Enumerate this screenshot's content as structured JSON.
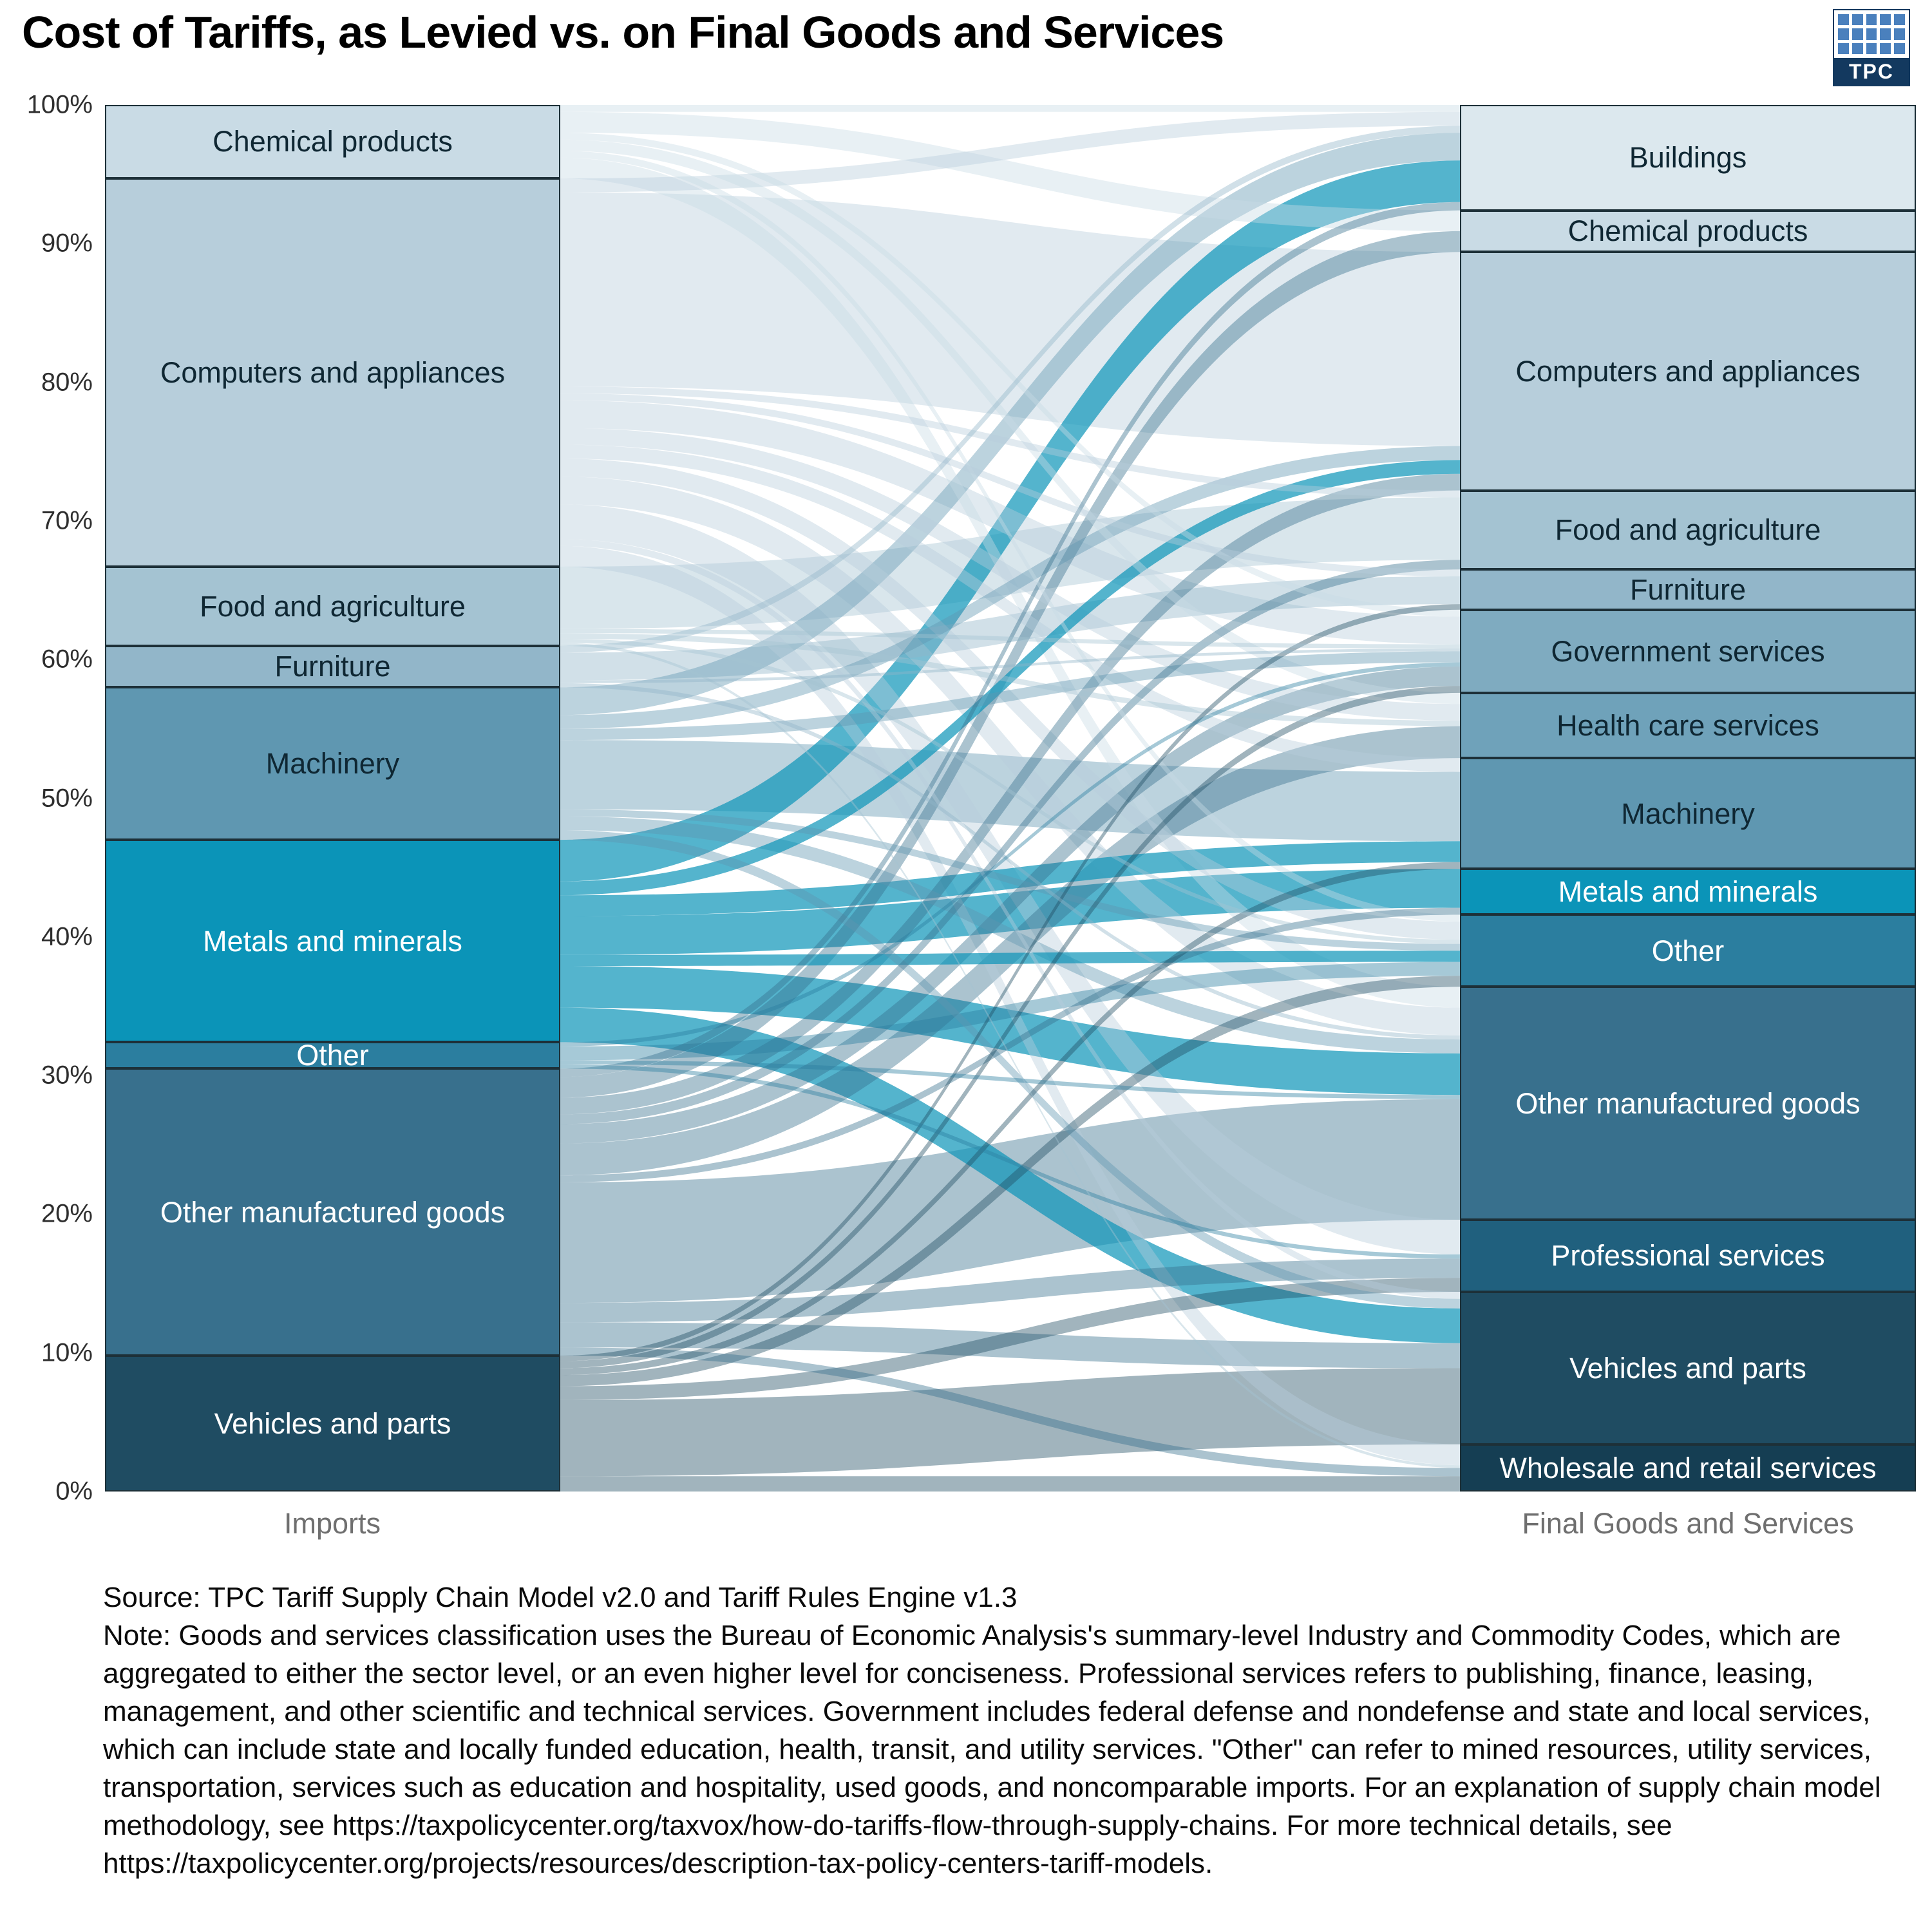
{
  "title": "Cost of Tariffs, as Levied vs. on Final Goods and Services",
  "logo": {
    "text": "TPC"
  },
  "axis": {
    "y_ticks": [
      "100%",
      "90%",
      "80%",
      "70%",
      "60%",
      "50%",
      "40%",
      "30%",
      "20%",
      "10%",
      "0%"
    ],
    "left_label": "Imports",
    "right_label": "Final Goods and Services"
  },
  "footer": {
    "source": "Source: TPC Tariff Supply Chain Model v2.0 and Tariff Rules Engine v1.3",
    "note": "Note: Goods and services classification uses the Bureau of Economic Analysis's summary-level Industry and Commodity Codes, which are aggregated to either the sector level, or an even higher level for conciseness. Professional services refers to publishing, finance, leasing, management, and other scientific and technical services. Government includes federal defense and nondefense and state and local services, which can include state and locally funded education, health, transit, and utility services. \"Other\" can refer to mined resources, utility services, transportation, services such as education and hospitality, used goods, and noncomparable imports. For an explanation of supply chain model methodology, see https://taxpolicycenter.org/taxvox/how-do-tariffs-flow-through-supply-chains. For more technical details, see https://taxpolicycenter.org/projects/resources/description-tax-policy-centers-tariff-models."
  },
  "chart_data": {
    "type": "sankey",
    "title": "Cost of Tariffs, as Levied vs. on Final Goods and Services",
    "y_axis": {
      "min": 0,
      "max": 100,
      "unit": "%",
      "gridlines": false
    },
    "columns": [
      "Imports",
      "Final Goods and Services"
    ],
    "left_nodes": [
      {
        "name": "Chemical products",
        "value": 5.3
      },
      {
        "name": "Computers and appliances",
        "value": 28.0
      },
      {
        "name": "Food and agriculture",
        "value": 5.7
      },
      {
        "name": "Furniture",
        "value": 3.0
      },
      {
        "name": "Machinery",
        "value": 11.0
      },
      {
        "name": "Metals and minerals",
        "value": 14.6
      },
      {
        "name": "Other",
        "value": 1.9
      },
      {
        "name": "Other manufactured goods",
        "value": 20.7
      },
      {
        "name": "Vehicles and parts",
        "value": 9.8
      }
    ],
    "right_nodes": [
      {
        "name": "Buildings",
        "value": 7.6
      },
      {
        "name": "Chemical products",
        "value": 3.0
      },
      {
        "name": "Computers and appliances",
        "value": 17.2
      },
      {
        "name": "Food and agriculture",
        "value": 5.7
      },
      {
        "name": "Furniture",
        "value": 2.9
      },
      {
        "name": "Government services",
        "value": 6.0
      },
      {
        "name": "Health care services",
        "value": 4.7
      },
      {
        "name": "Machinery",
        "value": 8.0
      },
      {
        "name": "Metals and minerals",
        "value": 3.3
      },
      {
        "name": "Other",
        "value": 5.2
      },
      {
        "name": "Other manufactured goods",
        "value": 16.8
      },
      {
        "name": "Professional services",
        "value": 5.2
      },
      {
        "name": "Vehicles and parts",
        "value": 11.0
      },
      {
        "name": "Wholesale and retail services",
        "value": 3.4
      }
    ],
    "colors": {
      "Buildings": {
        "fill": "#dce8ee",
        "text": "dark"
      },
      "Chemical products": {
        "fill": "#c9dbe5",
        "text": "dark"
      },
      "Computers and appliances": {
        "fill": "#b7cedb",
        "text": "dark"
      },
      "Food and agriculture": {
        "fill": "#a4c3d2",
        "text": "dark"
      },
      "Furniture": {
        "fill": "#92b6c9",
        "text": "dark"
      },
      "Government services": {
        "fill": "#7fabc0",
        "text": "dark"
      },
      "Health care services": {
        "fill": "#6fa2ba",
        "text": "dark"
      },
      "Machinery": {
        "fill": "#5f97b1",
        "text": "dark"
      },
      "Metals and minerals": {
        "fill": "#0b94b8",
        "text": "light",
        "flow_opacity": 0.7
      },
      "Other": {
        "fill": "#2b7e9f",
        "text": "light"
      },
      "Other manufactured goods": {
        "fill": "#38708d",
        "text": "light"
      },
      "Professional services": {
        "fill": "#20607e",
        "text": "light"
      },
      "Vehicles and parts": {
        "fill": "#1f4c62",
        "text": "light"
      },
      "Wholesale and retail services": {
        "fill": "#153e53",
        "text": "light"
      }
    },
    "flows": [
      {
        "source": "Chemical products",
        "target": "Buildings",
        "value": 0.5
      },
      {
        "source": "Chemical products",
        "target": "Chemical products",
        "value": 1.5
      },
      {
        "source": "Chemical products",
        "target": "Health care services",
        "value": 0.8
      },
      {
        "source": "Chemical products",
        "target": "Other",
        "value": 0.5
      },
      {
        "source": "Chemical products",
        "target": "Government services",
        "value": 0.5
      },
      {
        "source": "Chemical products",
        "target": "Other manufactured goods",
        "value": 1.5
      },
      {
        "source": "Computers and appliances",
        "target": "Computers and appliances",
        "value": 14.0
      },
      {
        "source": "Computers and appliances",
        "target": "Government services",
        "value": 2.0
      },
      {
        "source": "Computers and appliances",
        "target": "Professional services",
        "value": 2.5
      },
      {
        "source": "Computers and appliances",
        "target": "Health care services",
        "value": 1.2
      },
      {
        "source": "Computers and appliances",
        "target": "Buildings",
        "value": 1.0
      },
      {
        "source": "Computers and appliances",
        "target": "Wholesale and retail services",
        "value": 1.5
      },
      {
        "source": "Computers and appliances",
        "target": "Other manufactured goods",
        "value": 2.0
      },
      {
        "source": "Computers and appliances",
        "target": "Other",
        "value": 1.3
      },
      {
        "source": "Computers and appliances",
        "target": "Machinery",
        "value": 1.0
      },
      {
        "source": "Computers and appliances",
        "target": "Vehicles and parts",
        "value": 0.5
      },
      {
        "source": "Computers and appliances",
        "target": "Food and agriculture",
        "value": 0.5
      },
      {
        "source": "Computers and appliances",
        "target": "Furniture",
        "value": 0.5
      },
      {
        "source": "Food and agriculture",
        "target": "Food and agriculture",
        "value": 4.5
      },
      {
        "source": "Food and agriculture",
        "target": "Health care services",
        "value": 0.4
      },
      {
        "source": "Food and agriculture",
        "target": "Other",
        "value": 0.3
      },
      {
        "source": "Food and agriculture",
        "target": "Wholesale and retail services",
        "value": 0.2
      },
      {
        "source": "Food and agriculture",
        "target": "Government services",
        "value": 0.3
      },
      {
        "source": "Furniture",
        "target": "Furniture",
        "value": 2.0
      },
      {
        "source": "Furniture",
        "target": "Buildings",
        "value": 0.5
      },
      {
        "source": "Furniture",
        "target": "Other manufactured goods",
        "value": 0.3
      },
      {
        "source": "Furniture",
        "target": "Government services",
        "value": 0.2
      },
      {
        "source": "Machinery",
        "target": "Machinery",
        "value": 5.0
      },
      {
        "source": "Machinery",
        "target": "Buildings",
        "value": 2.0
      },
      {
        "source": "Machinery",
        "target": "Computers and appliances",
        "value": 1.0
      },
      {
        "source": "Machinery",
        "target": "Government services",
        "value": 0.8
      },
      {
        "source": "Machinery",
        "target": "Other manufactured goods",
        "value": 1.0
      },
      {
        "source": "Machinery",
        "target": "Vehicles and parts",
        "value": 0.7
      },
      {
        "source": "Machinery",
        "target": "Other",
        "value": 0.5
      },
      {
        "source": "Metals and minerals",
        "target": "Buildings",
        "value": 3.0
      },
      {
        "source": "Metals and minerals",
        "target": "Metals and minerals",
        "value": 2.8
      },
      {
        "source": "Metals and minerals",
        "target": "Other manufactured goods",
        "value": 3.0
      },
      {
        "source": "Metals and minerals",
        "target": "Vehicles and parts",
        "value": 2.5
      },
      {
        "source": "Metals and minerals",
        "target": "Machinery",
        "value": 1.5
      },
      {
        "source": "Metals and minerals",
        "target": "Computers and appliances",
        "value": 1.0
      },
      {
        "source": "Metals and minerals",
        "target": "Other",
        "value": 0.8
      },
      {
        "source": "Other",
        "target": "Other",
        "value": 1.0
      },
      {
        "source": "Other",
        "target": "Other manufactured goods",
        "value": 0.3
      },
      {
        "source": "Other",
        "target": "Government services",
        "value": 0.3
      },
      {
        "source": "Other",
        "target": "Professional services",
        "value": 0.3
      },
      {
        "source": "Other manufactured goods",
        "target": "Other manufactured goods",
        "value": 8.7
      },
      {
        "source": "Other manufactured goods",
        "target": "Vehicles and parts",
        "value": 1.8
      },
      {
        "source": "Other manufactured goods",
        "target": "Buildings",
        "value": 0.6
      },
      {
        "source": "Other manufactured goods",
        "target": "Health care services",
        "value": 2.3
      },
      {
        "source": "Other manufactured goods",
        "target": "Computers and appliances",
        "value": 1.2
      },
      {
        "source": "Other manufactured goods",
        "target": "Chemical products",
        "value": 1.5
      },
      {
        "source": "Other manufactured goods",
        "target": "Food and agriculture",
        "value": 0.7
      },
      {
        "source": "Other manufactured goods",
        "target": "Professional services",
        "value": 1.4
      },
      {
        "source": "Other manufactured goods",
        "target": "Government services",
        "value": 1.4
      },
      {
        "source": "Other manufactured goods",
        "target": "Wholesale and retail services",
        "value": 0.6
      },
      {
        "source": "Other manufactured goods",
        "target": "Metals and minerals",
        "value": 0.5
      },
      {
        "source": "Vehicles and parts",
        "target": "Vehicles and parts",
        "value": 5.5
      },
      {
        "source": "Vehicles and parts",
        "target": "Government services",
        "value": 0.5
      },
      {
        "source": "Vehicles and parts",
        "target": "Wholesale and retail services",
        "value": 1.1
      },
      {
        "source": "Vehicles and parts",
        "target": "Professional services",
        "value": 1.0
      },
      {
        "source": "Vehicles and parts",
        "target": "Other",
        "value": 0.8
      },
      {
        "source": "Vehicles and parts",
        "target": "Machinery",
        "value": 0.5
      },
      {
        "source": "Vehicles and parts",
        "target": "Furniture",
        "value": 0.4
      }
    ]
  }
}
